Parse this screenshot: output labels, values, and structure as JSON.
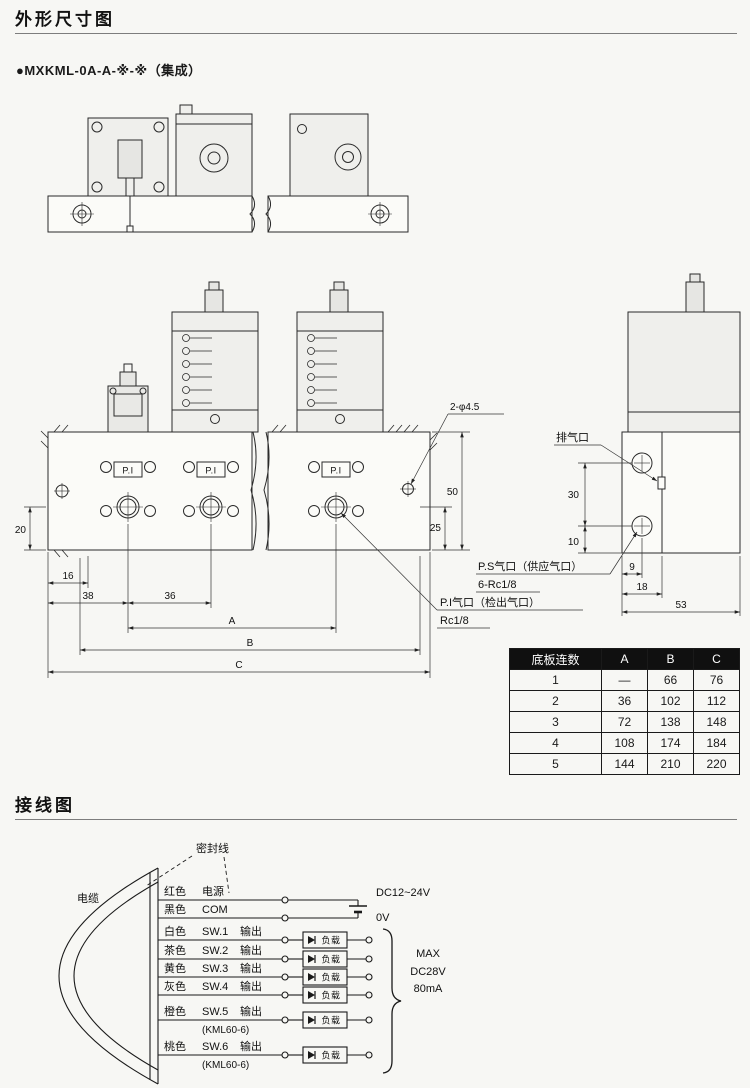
{
  "page": {
    "section1_title": "外形尺寸图",
    "section2_title": "接线图",
    "model_label": "●MXKML-0A-A-※-※（集成）"
  },
  "drawing": {
    "pi_label": "P.I",
    "dims": {
      "d50": "50",
      "d25": "25",
      "d20": "20",
      "d16": "16",
      "d38": "38",
      "d36": "36",
      "dA": "A",
      "dB": "B",
      "dC": "C",
      "d30": "30",
      "d10": "10",
      "d9": "9",
      "d18": "18",
      "d53": "53",
      "hole_callout": "2-φ4.5"
    },
    "callouts": {
      "exhaust": "排气口",
      "ps_line1": "P.S气口（供应气口）",
      "ps_line2": "6-Rc1/8",
      "pi_line1": "P.I气口（检出气口）",
      "pi_line2": "Rc1/8"
    }
  },
  "table": {
    "headers": [
      "底板连数",
      "A",
      "B",
      "C"
    ],
    "rows": [
      [
        "1",
        "—",
        "66",
        "76"
      ],
      [
        "2",
        "36",
        "102",
        "112"
      ],
      [
        "3",
        "72",
        "138",
        "148"
      ],
      [
        "4",
        "108",
        "174",
        "184"
      ],
      [
        "5",
        "144",
        "210",
        "220"
      ]
    ]
  },
  "wiring": {
    "cable_label": "电缆",
    "seal_label": "密封线",
    "supply_label": "DC12~24V",
    "zero_label": "0V",
    "load_label": "负载",
    "max_line1": "MAX",
    "max_line2": "DC28V",
    "max_line3": "80mA",
    "rows": [
      {
        "color": "红色",
        "name": "电源",
        "out": "",
        "note": ""
      },
      {
        "color": "黑色",
        "name": "COM",
        "out": "",
        "note": ""
      },
      {
        "color": "白色",
        "name": "SW.1",
        "out": "输出",
        "note": ""
      },
      {
        "color": "茶色",
        "name": "SW.2",
        "out": "输出",
        "note": ""
      },
      {
        "color": "黄色",
        "name": "SW.3",
        "out": "输出",
        "note": ""
      },
      {
        "color": "灰色",
        "name": "SW.4",
        "out": "输出",
        "note": ""
      },
      {
        "color": "橙色",
        "name": "SW.5",
        "out": "输出",
        "note": "(KML60-6)"
      },
      {
        "color": "桃色",
        "name": "SW.6",
        "out": "输出",
        "note": "(KML60-6)"
      }
    ]
  }
}
